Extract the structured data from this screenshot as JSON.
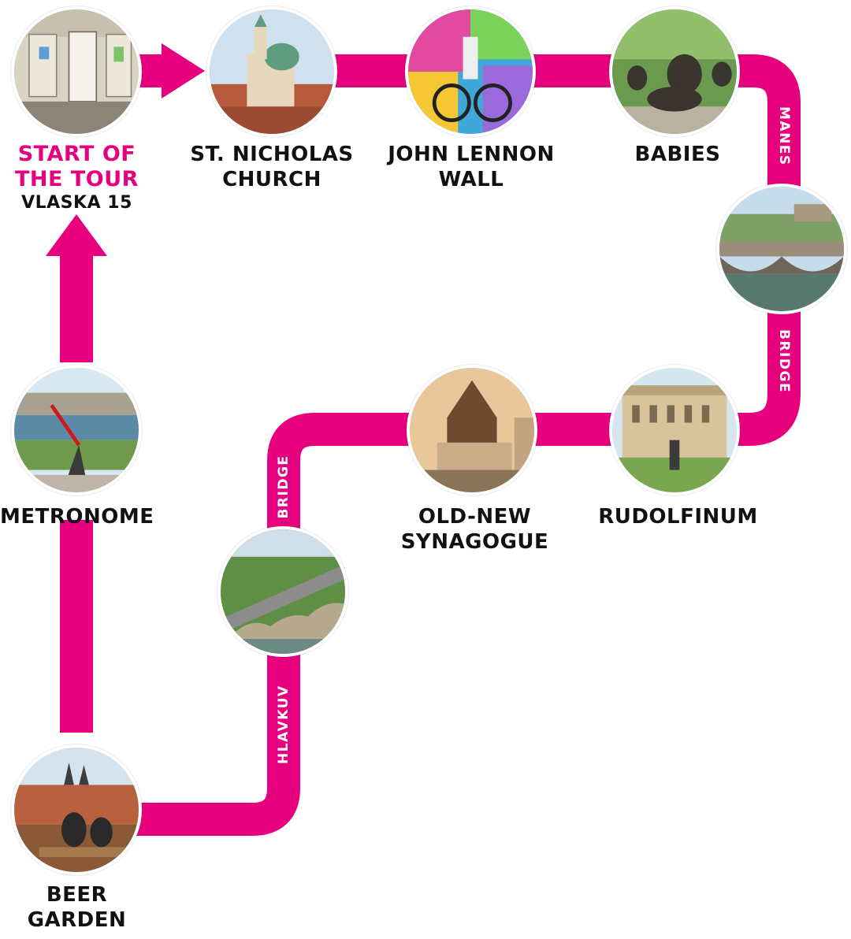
{
  "colors": {
    "route": "#e6007e",
    "label_text": "#111111",
    "start_accent": "#e6007e",
    "street_text": "#ffffff"
  },
  "stops": {
    "start": {
      "icon": "shop-front-photo",
      "line1": "START OF",
      "line2": "THE TOUR",
      "line3": "VLASKA 15"
    },
    "nicholas": {
      "icon": "baroque-church-photo",
      "line1": "ST. NICHOLAS",
      "line2": "CHURCH"
    },
    "lennon": {
      "icon": "graffiti-wall-photo",
      "line1": "JOHN LENNON",
      "line2": "WALL"
    },
    "babies": {
      "icon": "bronze-babies-photo",
      "line1": "BABIES"
    },
    "manes": {
      "icon": "bridge-castle-photo"
    },
    "rudolfinum": {
      "icon": "concert-hall-photo",
      "line1": "RUDOLFINUM"
    },
    "synagogue": {
      "icon": "gothic-synagogue-photo",
      "line1": "OLD-NEW",
      "line2": "SYNAGOGUE"
    },
    "hlavkuv": {
      "icon": "road-bridge-photo"
    },
    "metronome": {
      "icon": "metronome-photo",
      "line1": "METRONOME"
    },
    "beer": {
      "icon": "city-view-beer-photo",
      "line1": "BEER",
      "line2": "GARDEN"
    }
  },
  "streets": {
    "manes": "MANES",
    "bridge_right": "BRIDGE",
    "bridge_middle": "BRIDGE",
    "hlavkuv": "HLAVKUV"
  }
}
